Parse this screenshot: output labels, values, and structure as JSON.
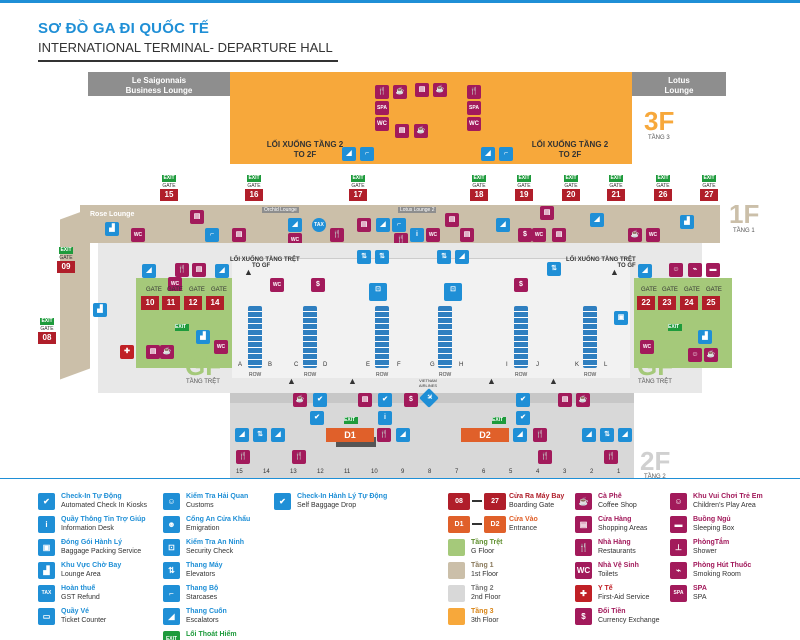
{
  "header": {
    "title_vi": "SƠ ĐỒ GA ĐI QUỐC TẾ",
    "title_en": "INTERNATIONAL TERMINAL- DEPARTURE HALL"
  },
  "lounges": {
    "saigonnais": "Le Saigonnais\nBusiness Lounge",
    "lotus_top": "Lotus\nLounge",
    "rose": "Rose Lounge",
    "orchid": "Orchid Lounge",
    "lotus2": "Lotus Lounge 2"
  },
  "floors": {
    "f3": "3F",
    "f3_sub": "TẦNG 3",
    "f1": "1F",
    "f1_sub": "TẦNG 1",
    "gf": "GF",
    "gf_sub": "TẦNG TRỆT",
    "f2": "2F",
    "f2_sub": "TẦNG 2"
  },
  "directions": {
    "down2_vi": "LỐI XUỐNG TẦNG 2",
    "down2_en": "TO 2F",
    "downgf_vi": "LỐI XUỐNG TẦNG TRỆT",
    "downgf_en": "TO GF"
  },
  "labels": {
    "exit": "EXIT",
    "gate": "GATE",
    "row": "ROW",
    "vietnam_airlines": "VIETNAM AIRLINES",
    "d1": "D1",
    "d2": "D2"
  },
  "gates_1f": [
    "15",
    "16",
    "17",
    "18",
    "19",
    "20",
    "21",
    "26",
    "27"
  ],
  "gates_gf_left": [
    "10",
    "11",
    "12",
    "14"
  ],
  "gates_gf_right": [
    "22",
    "23",
    "24",
    "25"
  ],
  "gate_09": "09",
  "gate_08": "08",
  "row_letters": [
    "A",
    "B",
    "C",
    "D",
    "E",
    "F",
    "G",
    "H",
    "I",
    "J",
    "K",
    "L"
  ],
  "f2_numbers": [
    "15",
    "14",
    "13",
    "12",
    "11",
    "10",
    "9",
    "8",
    "7",
    "6",
    "5",
    "4",
    "3",
    "2",
    "1"
  ],
  "icons": {
    "wc": "WC",
    "spa": "SPA",
    "tax": "TAX",
    "info": "i",
    "restaurant": "🍴",
    "coffee": "☕"
  },
  "legend": [
    {
      "vi": "Check-In Tự Động",
      "en": "Automated Check In Kiosks",
      "color": "#1f8fd6",
      "icon": "✔"
    },
    {
      "vi": "Quầy Thông Tin Trợ Giúp",
      "en": "Information Desk",
      "color": "#1f8fd6",
      "icon": "i"
    },
    {
      "vi": "Đóng Gói Hành Lý",
      "en": "Baggage Packing Service",
      "color": "#1f8fd6",
      "icon": "▣"
    },
    {
      "vi": "Khu Vực Chờ Bay",
      "en": "Lounge Area",
      "color": "#1f8fd6",
      "icon": "▟"
    },
    {
      "vi": "Hoàn thuế",
      "en": "GST Refund",
      "color": "#1f8fd6",
      "icon": "TAX"
    },
    {
      "vi": "Quầy Vé",
      "en": "Ticket Counter",
      "color": "#1f8fd6",
      "icon": "▭"
    },
    {
      "vi": "Kiểm Tra Hải Quan",
      "en": "Customs",
      "color": "#1f8fd6",
      "icon": "☺"
    },
    {
      "vi": "Cổng An Cửa Khẩu",
      "en": "Emigration",
      "color": "#1f8fd6",
      "icon": "☻"
    },
    {
      "vi": "Kiểm Tra An Ninh",
      "en": "Security Check",
      "color": "#1f8fd6",
      "icon": "⊡"
    },
    {
      "vi": "Thang Máy",
      "en": "Elevators",
      "color": "#1f8fd6",
      "icon": "⇅"
    },
    {
      "vi": "Thang Bộ",
      "en": "Starcases",
      "color": "#1f8fd6",
      "icon": "⌐"
    },
    {
      "vi": "Thang Cuốn",
      "en": "Escalators",
      "color": "#1f8fd6",
      "icon": "◢"
    },
    {
      "vi": "Lối Thoát Hiểm",
      "en": "",
      "color": "#1e9b3c",
      "icon": "EXIT"
    },
    {
      "vi": "Check-In Hành Lý Tự Động",
      "en": "Self Baggage Drop",
      "color": "#1f8fd6",
      "icon": "✔"
    },
    {
      "vi": "Cửa Ra Máy Bay",
      "en": "Boarding Gate",
      "color": "#b01e2a",
      "icon": "08"
    },
    {
      "vi": "Cửa Vào",
      "en": "Entrance",
      "color": "#e0602a",
      "icon": "D1"
    },
    {
      "vi": "Tầng Trệt",
      "en": "G Floor",
      "color": "#a5c97a",
      "icon": ""
    },
    {
      "vi": "Tầng 1",
      "en": "1st Floor",
      "color": "#cbbfa9",
      "icon": ""
    },
    {
      "vi": "Tầng 2",
      "en": "2nd Floor",
      "color": "#d8d8d8",
      "icon": ""
    },
    {
      "vi": "Tầng 3",
      "en": "3th Floor",
      "color": "#f7a83b",
      "icon": ""
    },
    {
      "vi": "Cà Phê",
      "en": "Coffee Shop",
      "color": "#a21a5b",
      "icon": "☕"
    },
    {
      "vi": "Cửa Hàng",
      "en": "Shopping Areas",
      "color": "#a21a5b",
      "icon": "▤"
    },
    {
      "vi": "Nhà Hàng",
      "en": "Restaurants",
      "color": "#a21a5b",
      "icon": "🍴"
    },
    {
      "vi": "Nhà Vệ Sinh",
      "en": "Toilets",
      "color": "#a21a5b",
      "icon": "WC"
    },
    {
      "vi": "Y Tế",
      "en": "First-Aid Service",
      "color": "#c02026",
      "icon": "✚"
    },
    {
      "vi": "Đổi Tiền",
      "en": "Currency Exchange",
      "color": "#a21a5b",
      "icon": "$"
    },
    {
      "vi": "Khu Vui Chơi Trẻ Em",
      "en": "Children's Play Area",
      "color": "#a21a5b",
      "icon": "☺"
    },
    {
      "vi": "Buồng Ngủ",
      "en": "Sleeping Box",
      "color": "#a21a5b",
      "icon": "▬"
    },
    {
      "vi": "PhòngTắm",
      "en": "Shower",
      "color": "#a21a5b",
      "icon": "⊥"
    },
    {
      "vi": "Phòng Hút Thuốc",
      "en": "Smoking Room",
      "color": "#a21a5b",
      "icon": "⌁"
    },
    {
      "vi": "SPA",
      "en": "SPA",
      "color": "#a21a5b",
      "icon": "SPA"
    }
  ],
  "legend_pairs": {
    "gate_from": "08",
    "gate_to": "27",
    "ent_from": "D1",
    "ent_to": "D2"
  }
}
